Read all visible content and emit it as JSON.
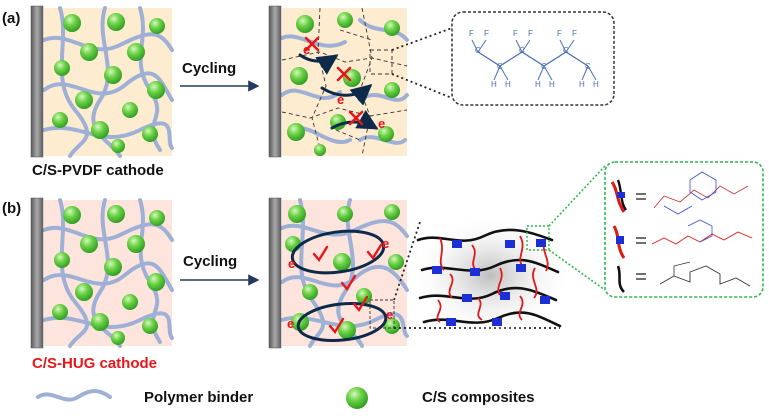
{
  "panel_a": {
    "letter": "(a)",
    "arrow_label": "Cycling",
    "caption": "C/S-PVDF cathode",
    "caption_color": "#111111",
    "fluoro_atom": "F",
    "carbon_atom": "C",
    "hydrogen_atom": "H"
  },
  "panel_b": {
    "letter": "(b)",
    "arrow_label": "Cycling",
    "caption": "C/S-HUG cathode",
    "caption_color": "#e8161b"
  },
  "electron_label": "e",
  "legend": {
    "binder_label": "Polymer binder",
    "composite_label": "C/S composites"
  },
  "colors": {
    "binder": "#9fb0d6",
    "particle": "#5cc63c",
    "pvdf_bg": "#fdeccf",
    "hug_bg": "#fde4dc",
    "current_collector": "#8a8a8a",
    "electron": "#e8161b",
    "green_dashed": "#2eb84a",
    "hug_red": "#e01818",
    "hug_blue": "#1c2fd6"
  }
}
